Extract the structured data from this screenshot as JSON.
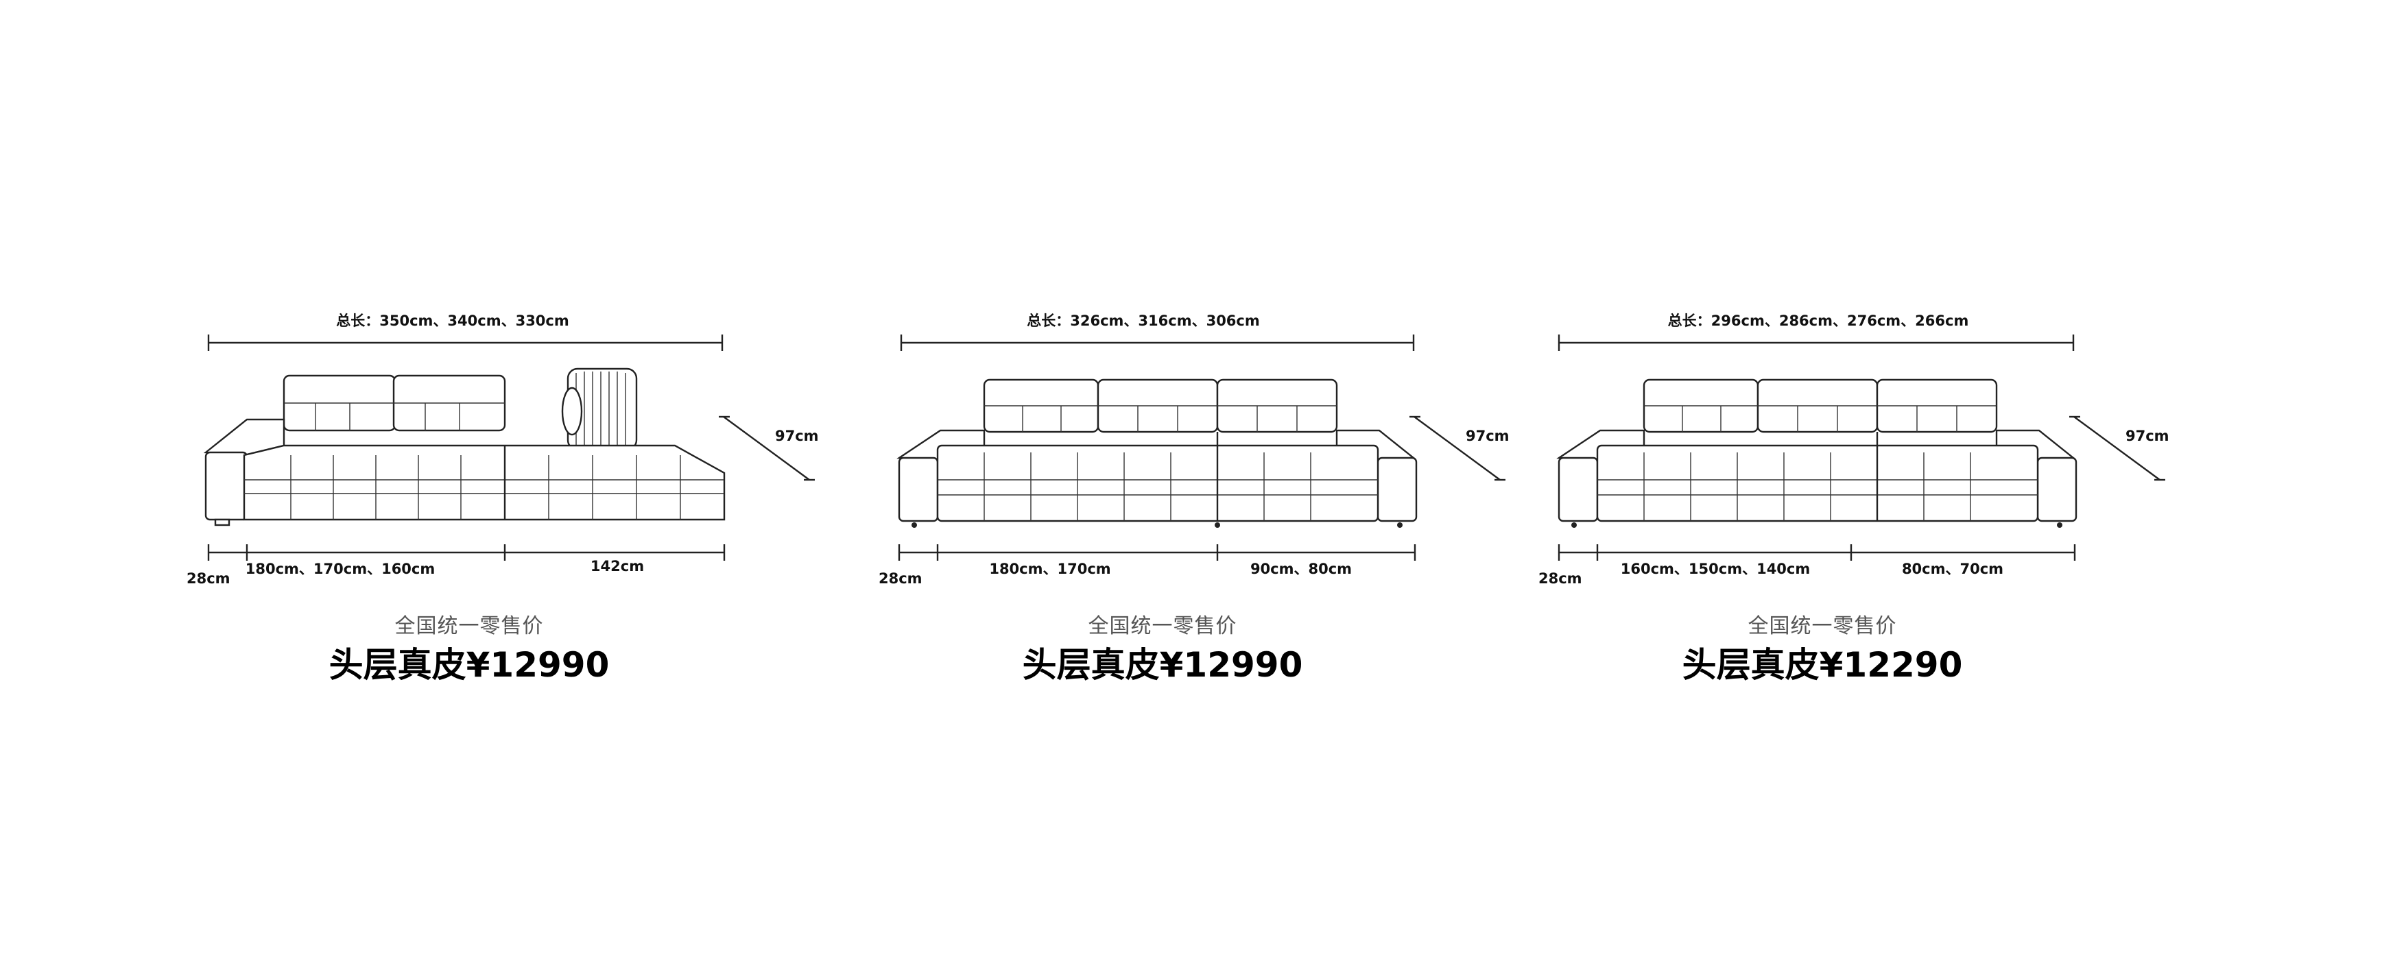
{
  "products": [
    {
      "total_length": "总长：350cm、340cm、330cm",
      "height": "97cm",
      "arm": "28cm",
      "seg_left": "180cm、170cm、160cm",
      "seg_right": "142cm",
      "retail": "全国统一零售价",
      "price": "头层真皮¥12990"
    },
    {
      "total_length": "总长：326cm、316cm、306cm",
      "height": "97cm",
      "arm": "28cm",
      "seg_left": "180cm、170cm",
      "seg_right": "90cm、80cm",
      "retail": "全国统一零售价",
      "price": "头层真皮¥12990"
    },
    {
      "total_length": "总长：296cm、286cm、276cm、266cm",
      "height": "97cm",
      "arm": "28cm",
      "seg_left": "160cm、150cm、140cm",
      "seg_right": "80cm、70cm",
      "retail": "全国统一零售价",
      "price": "头层真皮¥12290"
    }
  ]
}
